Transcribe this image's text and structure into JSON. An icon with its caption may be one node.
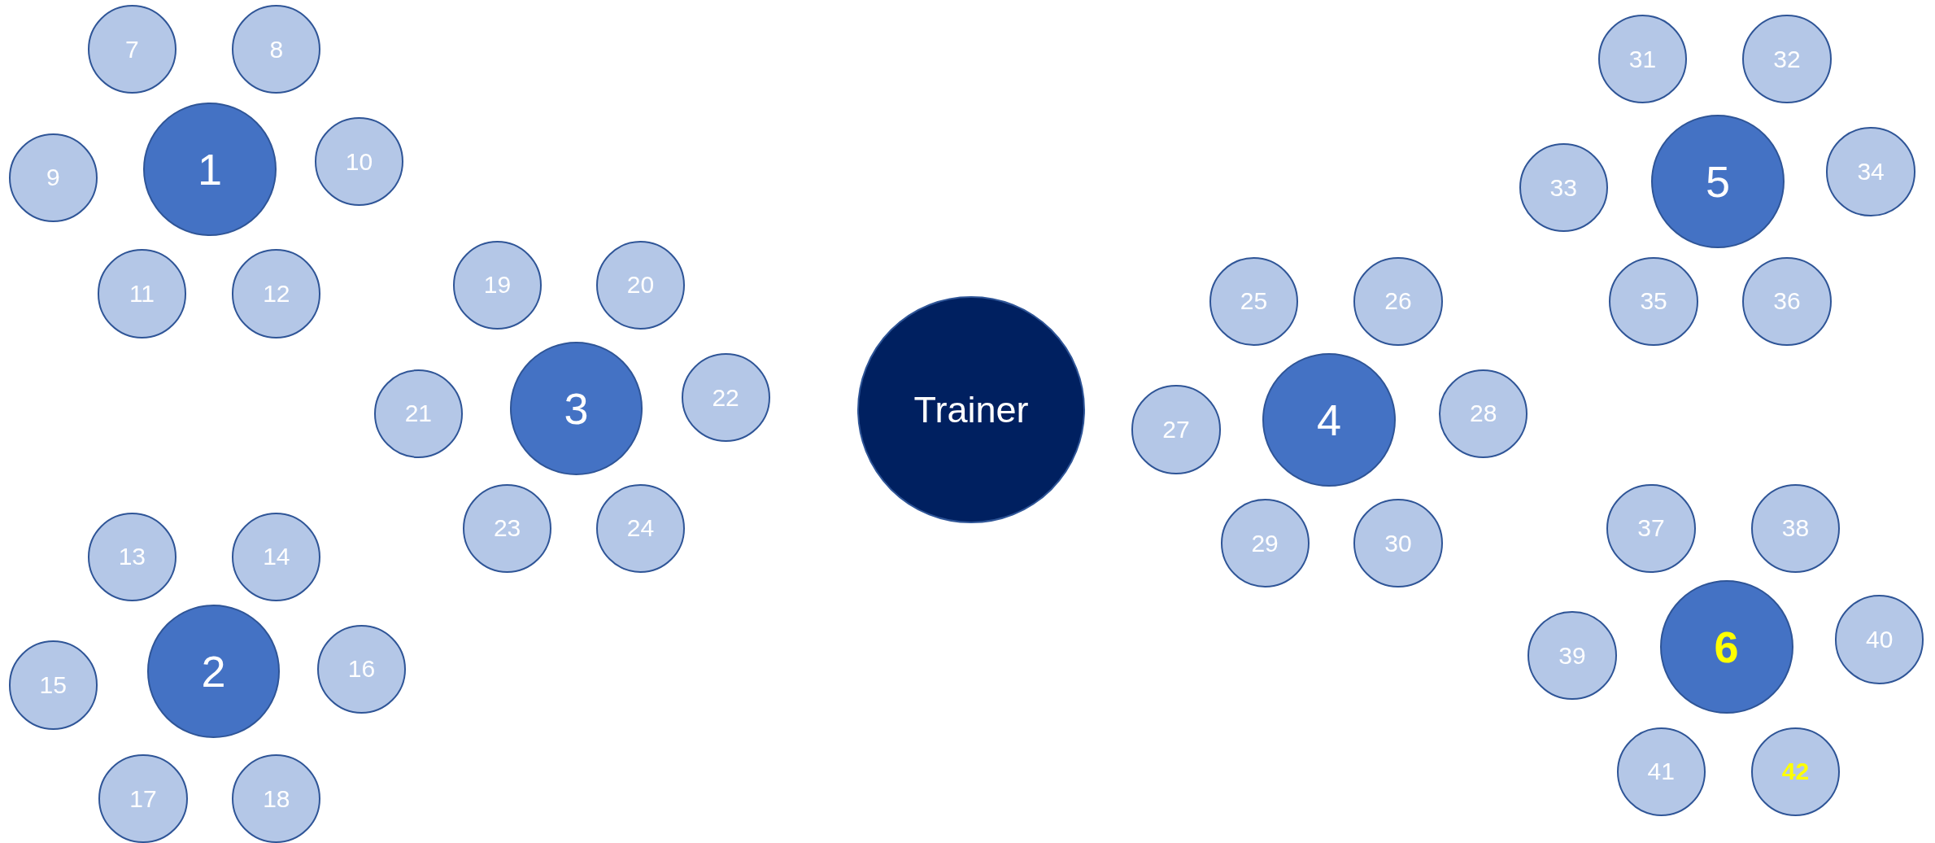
{
  "diagram": {
    "nodes": [
      {
        "text": [
          "1"
        ]
      },
      {
        "text": [
          "2"
        ]
      },
      {
        "text": [
          "3"
        ]
      },
      {
        "text": [
          "4"
        ]
      },
      {
        "text": [
          "5"
        ]
      },
      {
        "text": [
          "6"
        ]
      },
      {
        "text": [
          "7"
        ]
      },
      {
        "text": [
          "8"
        ]
      },
      {
        "text": [
          "9"
        ]
      },
      {
        "text": [
          "10"
        ]
      },
      {
        "text": [
          "11"
        ]
      },
      {
        "text": [
          "12"
        ]
      },
      {
        "text": [
          "13"
        ]
      },
      {
        "text": [
          "14"
        ]
      },
      {
        "text": [
          "15"
        ]
      },
      {
        "text": [
          "16"
        ]
      },
      {
        "text": [
          "17"
        ]
      },
      {
        "text": [
          "18"
        ]
      },
      {
        "text": [
          "19"
        ]
      },
      {
        "text": [
          "20"
        ]
      },
      {
        "text": [
          "21"
        ]
      },
      {
        "text": [
          "22"
        ]
      },
      {
        "text": [
          "23"
        ]
      },
      {
        "text": [
          "24"
        ]
      },
      {
        "text": [
          "25"
        ]
      },
      {
        "text": [
          "26"
        ]
      },
      {
        "text": [
          "27"
        ]
      },
      {
        "text": [
          "28"
        ]
      },
      {
        "text": [
          "29"
        ]
      },
      {
        "text": [
          "30"
        ]
      },
      {
        "text": [
          "31"
        ]
      },
      {
        "text": [
          "32"
        ]
      },
      {
        "text": [
          "33"
        ]
      },
      {
        "text": [
          "34"
        ]
      },
      {
        "text": [
          "35"
        ]
      },
      {
        "text": [
          "36"
        ]
      },
      {
        "text": [
          "37"
        ]
      },
      {
        "text": [
          "38"
        ]
      },
      {
        "text": [
          "39"
        ]
      },
      {
        "text": [
          "40"
        ]
      },
      {
        "text": [
          "41"
        ]
      },
      {
        "text": [
          "42"
        ]
      },
      {
        "text": [
          "Trainer"
        ]
      }
    ]
  }
}
